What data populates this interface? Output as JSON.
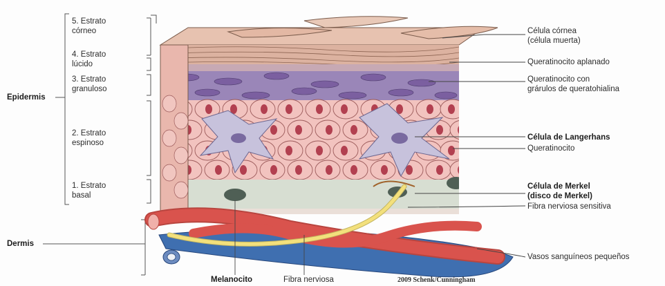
{
  "layers": {
    "corneo": "5. Estrato\ncórneo",
    "lucido": "4. Estrato\nlúcido",
    "granuloso": "3. Estrato\ngranuloso",
    "espinoso": "2. Estrato\nespinoso",
    "basal": "1. Estrato\nbasal"
  },
  "regions": {
    "epidermis": "Epidermis",
    "dermis": "Dermis"
  },
  "right_labels": {
    "celula_cornea": "Célula córnea\n(célula muerta)",
    "queratinocito_aplanado": "Queratinocito aplanado",
    "queratinocito_granulos": "Queratinocito con\ngrárulos de queratohialina",
    "celula_langerhans": "Célula de Langerhans",
    "queratinocito": "Queratinocito",
    "celula_merkel": "Célula de Merkel\n(disco de Merkel)",
    "fibra_sensitiva": "Fibra nerviosa sensitiva",
    "vasos": "Vasos sanguíneos pequeños"
  },
  "bottom_labels": {
    "melanocito": "Melanocito",
    "fibra_nerviosa": "Fibra nerviosa"
  },
  "credit": "2009 Schenk/Cunningham",
  "colors": {
    "corneo": "#dcb2a0",
    "granuloso": "#9a86b8",
    "espinoso_cell": "#f2c3bf",
    "nucleus": "#b24050",
    "langerhans": "#c7c2dc",
    "basal": "#d7ded2",
    "artery": "#d9534d",
    "vein": "#3f6fb0",
    "nerve": "#f3e07c"
  }
}
